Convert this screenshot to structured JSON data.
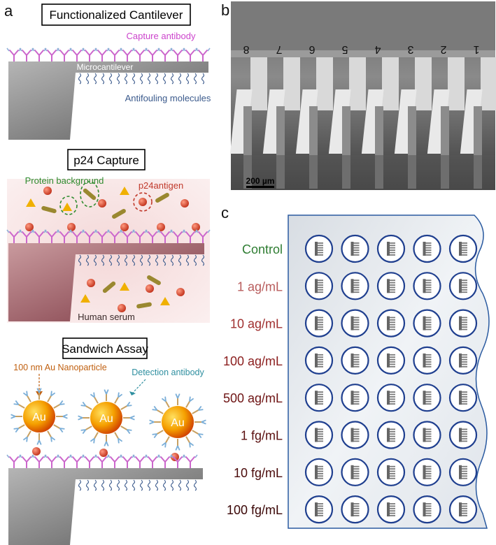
{
  "panel_a": {
    "letter": "a",
    "box1_title": "Functionalized Cantilever",
    "box1_capture": "Capture antibody",
    "box1_microcantilever": "Microcantilever",
    "box1_antifouling": "Antifouling molecules",
    "box2_title": "p24 Capture",
    "box2_protein": "Protein background",
    "box2_p24": "p24antigen",
    "box2_serum": "Human serum",
    "box3_title": "Sandwich Assay",
    "box3_au_np": "100 nm Au Nanoparticle",
    "box3_detection": "Detection antibody",
    "au_label": "Au"
  },
  "panel_b": {
    "letter": "b",
    "scale_bar": "200 µm",
    "cantilever_numbers": [
      "8",
      "7",
      "6",
      "5",
      "4",
      "3",
      "2",
      "1"
    ]
  },
  "panel_c": {
    "letter": "c",
    "rows": [
      {
        "label": "Control",
        "color": "#2e7d32"
      },
      {
        "label": "1 ag/mL",
        "color": "#b85c5c"
      },
      {
        "label": "10 ag/mL",
        "color": "#a03030"
      },
      {
        "label": "100 ag/mL",
        "color": "#8b1e1e"
      },
      {
        "label": "500 ag/mL",
        "color": "#6e1414"
      },
      {
        "label": "1 fg/mL",
        "color": "#5a0f0f"
      },
      {
        "label": "10 fg/mL",
        "color": "#4a0a0a"
      },
      {
        "label": "100 fg/mL",
        "color": "#3a0606"
      }
    ],
    "columns": 5
  },
  "colors": {
    "capture_antibody": "#cc66cc",
    "antifouling": "#3b5a8c",
    "gold": "#f5a000",
    "protein_green": "#2e8b2e",
    "antigen_red": "#c0392b",
    "detection_text": "#2f8fa0",
    "au_np_text": "#c06010",
    "well_ring": "#1f3f8f"
  }
}
